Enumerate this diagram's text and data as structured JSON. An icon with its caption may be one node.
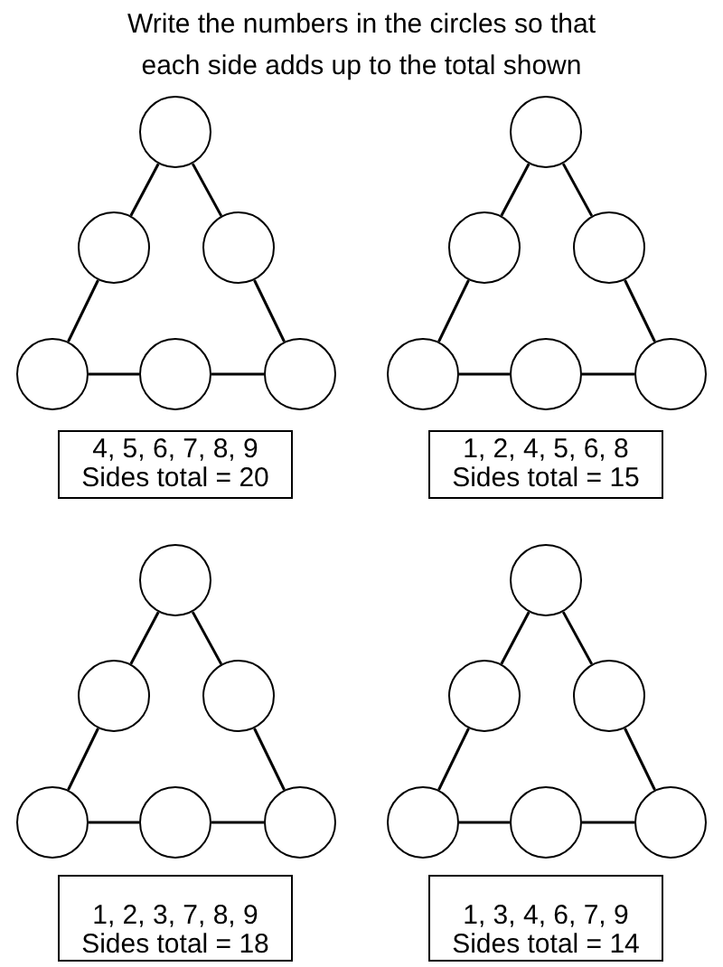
{
  "diagram": {
    "title": "Write the numbers in the circles so that each side adds up to the total shown",
    "nodes": [
      {
        "text": [],
        "shape": "circle"
      },
      {
        "text": [],
        "shape": "circle"
      },
      {
        "text": [],
        "shape": "circle"
      },
      {
        "text": [],
        "shape": "circle"
      },
      {
        "text": [],
        "shape": "circle"
      },
      {
        "text": [],
        "shape": "circle"
      },
      {
        "text": [
          "4, 5, 6, 7, 8, 9",
          "Sides total = 20"
        ]
      },
      {
        "text": [],
        "shape": "circle"
      },
      {
        "text": [],
        "shape": "circle"
      },
      {
        "text": [],
        "shape": "circle"
      },
      {
        "text": [],
        "shape": "circle"
      },
      {
        "text": [],
        "shape": "circle"
      },
      {
        "text": [],
        "shape": "circle"
      },
      {
        "text": [
          "1, 2, 4, 5, 6, 8",
          "Sides total = 15"
        ]
      },
      {
        "text": [],
        "shape": "circle"
      },
      {
        "text": [],
        "shape": "circle"
      },
      {
        "text": [],
        "shape": "circle"
      },
      {
        "text": [],
        "shape": "circle"
      },
      {
        "text": [],
        "shape": "circle"
      },
      {
        "text": [],
        "shape": "circle"
      },
      {
        "text": [
          "1, 2, 3, 7, 8, 9",
          "Sides total = 18"
        ]
      },
      {
        "text": [],
        "shape": "circle"
      },
      {
        "text": [],
        "shape": "circle"
      },
      {
        "text": [],
        "shape": "circle"
      },
      {
        "text": [],
        "shape": "circle"
      },
      {
        "text": [],
        "shape": "circle"
      },
      {
        "text": [],
        "shape": "circle"
      },
      {
        "text": [
          "1, 3, 4, 6, 7, 9",
          "Sides total = 14"
        ]
      }
    ],
    "edges": [
      {
        "from": 0,
        "to": 1,
        "arrow": "none"
      },
      {
        "from": 1,
        "to": 3,
        "arrow": "none"
      },
      {
        "from": 0,
        "to": 2,
        "arrow": "none"
      },
      {
        "from": 2,
        "to": 5,
        "arrow": "none"
      },
      {
        "from": 3,
        "to": 4,
        "arrow": "none"
      },
      {
        "from": 4,
        "to": 5,
        "arrow": "none"
      },
      {
        "from": 7,
        "to": 8,
        "arrow": "none"
      },
      {
        "from": 8,
        "to": 10,
        "arrow": "none"
      },
      {
        "from": 7,
        "to": 9,
        "arrow": "none"
      },
      {
        "from": 9,
        "to": 12,
        "arrow": "none"
      },
      {
        "from": 10,
        "to": 11,
        "arrow": "none"
      },
      {
        "from": 11,
        "to": 12,
        "arrow": "none"
      },
      {
        "from": 14,
        "to": 15,
        "arrow": "none"
      },
      {
        "from": 15,
        "to": 17,
        "arrow": "none"
      },
      {
        "from": 14,
        "to": 16,
        "arrow": "none"
      },
      {
        "from": 16,
        "to": 19,
        "arrow": "none"
      },
      {
        "from": 17,
        "to": 18,
        "arrow": "none"
      },
      {
        "from": 18,
        "to": 19,
        "arrow": "none"
      },
      {
        "from": 21,
        "to": 22,
        "arrow": "none"
      },
      {
        "from": 22,
        "to": 24,
        "arrow": "none"
      },
      {
        "from": 21,
        "to": 23,
        "arrow": "none"
      },
      {
        "from": 23,
        "to": 26,
        "arrow": "none"
      },
      {
        "from": 24,
        "to": 25,
        "arrow": "none"
      },
      {
        "from": 25,
        "to": 26,
        "arrow": "none"
      }
    ]
  }
}
